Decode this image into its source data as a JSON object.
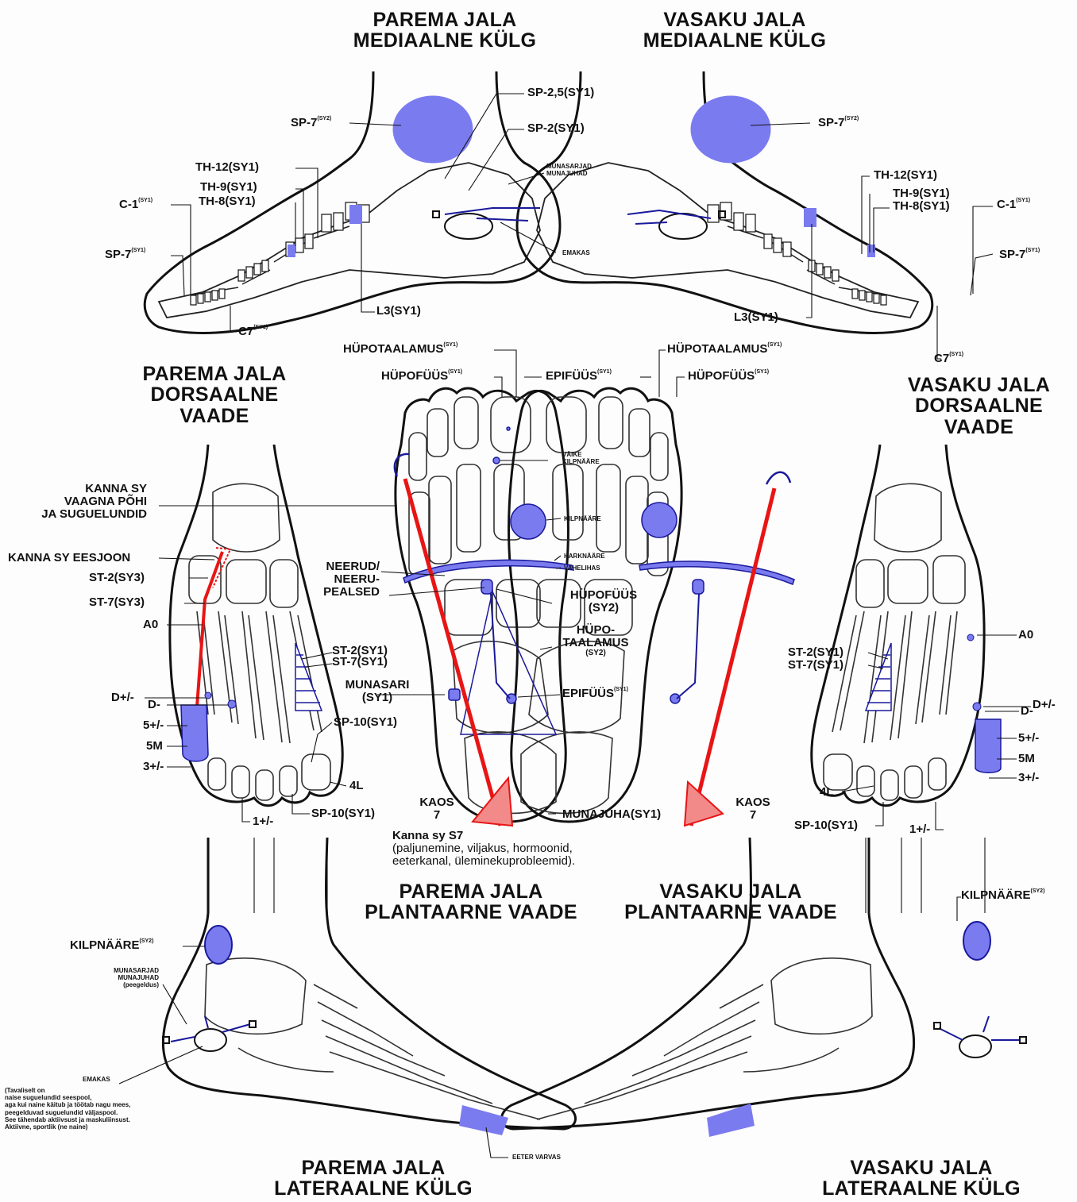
{
  "colors": {
    "zone": "#7b7bf0",
    "zoneStroke": "#1a1a9c",
    "line": "#e81515",
    "lineFill": "#f28a8a",
    "ink": "#111111"
  },
  "titles": {
    "right_medial": [
      "PAREMA JALA",
      "MEDIAALNE KÜLG"
    ],
    "left_medial": [
      "VASAKU JALA",
      "MEDIAALNE KÜLG"
    ],
    "right_dorsal": [
      "PAREMA JALA",
      "DORSAALNE",
      "VAADE"
    ],
    "left_dorsal": [
      "VASAKU JALA",
      "DORSAALNE",
      "VAADE"
    ],
    "right_plantar": [
      "PAREMA JALA",
      "PLANTAARNE VAADE"
    ],
    "left_plantar": [
      "VASAKU JALA",
      "PLANTAARNE VAADE"
    ],
    "right_lateral": [
      "PAREMA JALA",
      "LATERAALNE KÜLG"
    ],
    "left_lateral": [
      "VASAKU JALA",
      "LATERAALNE KÜLG"
    ]
  },
  "labels": {
    "sp25": "SP-2,5(SY1)",
    "sp2": "SP-2(SY1)",
    "sp7": "SP-7",
    "sy2": "(SY2)",
    "sy1": "(SY1)",
    "th12": "TH-12(SY1)",
    "th9": "TH-9(SY1)",
    "th8": "TH-8(SY1)",
    "c1": "C-1",
    "c7": "C7",
    "l3": "L3(SY1)",
    "munasarjad": [
      "MUNASARJAD",
      "MUNAJUHAD"
    ],
    "emakas": "EMAKAS",
    "hypotalamus": "HÜPOTAALAMUS",
    "hypofyys": "HÜPOFÜÜS",
    "epifyys": "EPIFÜÜS",
    "vaike_kilp": [
      "VÄIKE",
      "KILPNÄÄRE"
    ],
    "kilpnaare": "KILPNÄÄRE",
    "harknaare": "HARKNÄÄRE",
    "vahelihas": "VAHELIHAS",
    "neerud": [
      "NEERUD/",
      "NEERU-",
      "PEALSED"
    ],
    "hypofyys2": [
      "HÜPOFÜÜS",
      "(SY2)"
    ],
    "hypotalamus2": [
      "HÜPO-",
      "TAALAMUS"
    ],
    "munasari": [
      "MUNASARI",
      "(SY1)"
    ],
    "munajuha": "MUNAJUHA(SY1)",
    "kaos": [
      "KAOS",
      "7"
    ],
    "kanna_s7": [
      "Kanna sy S7",
      "(paljunemine, viljakus, hormoonid,",
      "eeterkanal, üleminekuprobleemid)."
    ],
    "kanna_sy": [
      "KANNA SY",
      "VAAGNA PÕHI",
      "JA SUGUELUNDID"
    ],
    "kanna_eesjoon": "KANNA SY EESJOON",
    "st2_sy3": "ST-2(SY3)",
    "st7_sy3": "ST-7(SY3)",
    "a0": "A0",
    "st2_sy1": "ST-2(SY1)",
    "st7_sy1": "ST-7(SY1)",
    "dpm": "D+/-",
    "dm": "D-",
    "five": "5+/-",
    "fivem": "5M",
    "three": "3+/-",
    "sp10": "SP-10(SY1)",
    "four_l": "4L",
    "one": "1+/-",
    "kilp_sy2": "KILPNÄÄRE",
    "munasarjad_pe": [
      "MUNASARJAD",
      "MUNAJUHAD",
      "(peegeldus)"
    ],
    "emakas_note": [
      "(Tavaliselt on",
      "naise suguelundid seespool,",
      "aga kui naine käitub ja töötab nagu mees,",
      "peegelduvad suguelundid väljaspool.",
      "See tähendab aktiivsust ja maskuliinsust.",
      "Aktiivne, sportlik (ne naine)"
    ],
    "eeter": "EETER VARVAS"
  }
}
